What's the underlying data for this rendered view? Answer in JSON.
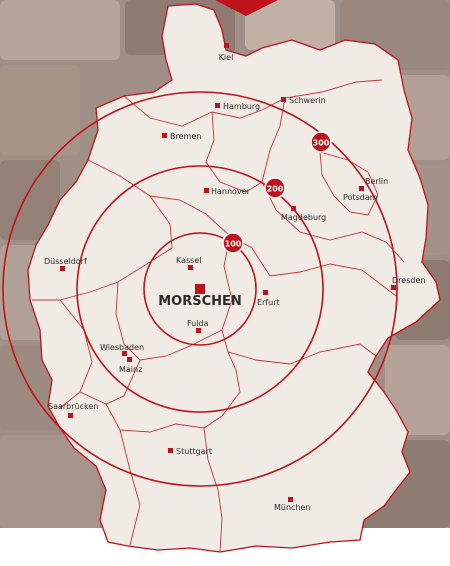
{
  "colors": {
    "accent": "#c0121b",
    "map_fill": "#f1ebe5",
    "stone_base": "#9c8a80",
    "background_bottom": "#ffffff"
  },
  "center": {
    "label": "MORSCHEN"
  },
  "rings": [
    {
      "label": "100"
    },
    {
      "label": "200"
    },
    {
      "label": "300"
    }
  ],
  "cities": [
    {
      "name": "Kiel"
    },
    {
      "name": "Hamburg"
    },
    {
      "name": "Schwerin"
    },
    {
      "name": "Bremen"
    },
    {
      "name": "Berlin"
    },
    {
      "name": "Potsdam"
    },
    {
      "name": "Hannover"
    },
    {
      "name": "Magdeburg"
    },
    {
      "name": "Düsseldorf"
    },
    {
      "name": "Kassel"
    },
    {
      "name": "Erfurt"
    },
    {
      "name": "Dresden"
    },
    {
      "name": "Fulda"
    },
    {
      "name": "Wiesbaden"
    },
    {
      "name": "Mainz"
    },
    {
      "name": "Saarbrücken"
    },
    {
      "name": "Stuttgart"
    },
    {
      "name": "München"
    }
  ]
}
